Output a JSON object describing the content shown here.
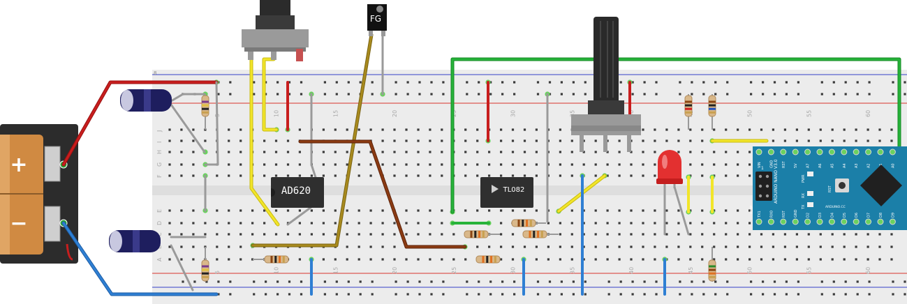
{
  "battery": {
    "plus": "+",
    "minus": "−"
  },
  "breadboard": {
    "column_numbers": [
      "5",
      "10",
      "15",
      "20",
      "25",
      "30",
      "35",
      "40",
      "45",
      "50",
      "55",
      "60"
    ],
    "top_row_letters": [
      "J",
      "I",
      "H",
      "G",
      "F"
    ],
    "bottom_row_letters": [
      "E",
      "D",
      "C",
      "B",
      "A"
    ],
    "corner_numeral": "8"
  },
  "chips": {
    "instrumentation_amp": "AD620",
    "op_amp": "TL082"
  },
  "function_generator": {
    "label": "FG"
  },
  "arduino": {
    "model": "ARDUINO NANO V3.0",
    "brand": "ARDUINO.CC",
    "top_pins": [
      "VIN",
      "GND",
      "RST",
      "5V",
      "A7",
      "A6",
      "A5",
      "A4",
      "A3",
      "A2",
      "A1",
      "A0"
    ],
    "bottom_pins": [
      "TX1",
      "RX0",
      "RST",
      "GND",
      "D2",
      "D3",
      "D4",
      "D5",
      "D6",
      "D7",
      "D8",
      "D9"
    ],
    "tags": {
      "icsp": "ICSP",
      "rst": "RST",
      "pwr": "PWR",
      "rx": "RX",
      "tx": "TX",
      "one": "1"
    }
  },
  "colors": {
    "red_wire": "#c81e1e",
    "yellow_wire": "#f2e52a",
    "gray_wire": "#9a9a9a",
    "green_wire": "#27b33a",
    "blue_wire": "#2f7fd3",
    "brown_wire": "#8b3b12",
    "olive_wire": "#a88a1e",
    "board": "#ececec",
    "rail_red": "#d8342c",
    "rail_blue": "#3440c8",
    "hole_green": "#6bd15f",
    "nano_blue": "#1b7fa8"
  }
}
